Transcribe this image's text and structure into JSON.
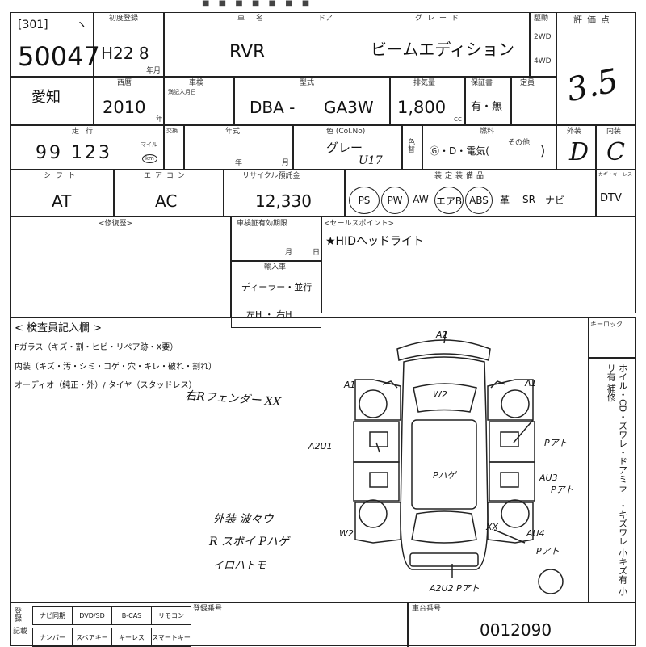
{
  "header": {
    "lot_bracket": "[301]",
    "lot_tick": "ヽ",
    "lot_number": "50047",
    "first_reg_label": "初度登録",
    "first_reg": "H22 8",
    "year_month_label": "年月",
    "car_name_label": "車名",
    "car_name": "RVR",
    "doors_label": "ドア",
    "grade_label": "グレード",
    "grade": "ビームエディション",
    "drive_label": "駆動",
    "drive_2wd": "2WD",
    "drive_4wd": "4WD",
    "score_label": "評価点",
    "score_hw": "3.5"
  },
  "row2": {
    "pref": "愛知",
    "year_label": "西暦",
    "year": "2010",
    "year_unit": "年",
    "inspection_label": "車検",
    "inspection_sub": "満記入月日",
    "model_label": "型式",
    "model_prefix": "DBA -",
    "model": "GA3W",
    "displacement_label": "排気量",
    "displacement": "1,800",
    "cc": "cc",
    "warranty_label": "保証書",
    "warranty": "有・無",
    "capacity_label": "定員"
  },
  "row3": {
    "mileage_label": "走行",
    "mileage": "99 123",
    "mile_km": "マイル",
    "km": "km",
    "meter_label": "交換",
    "reuse_label": "年式",
    "year_field": "年",
    "month_field": "月",
    "color_label": "色 (Col.No)",
    "color": "グレー",
    "color_code_hw": "U17",
    "color_change_label": "色替",
    "fuel_label": "燃料",
    "fuel_opts": "Ⓖ・D・電気(",
    "fuel_other": "その他",
    "fuel_close": ")",
    "exterior_label": "外装",
    "exterior": "D",
    "interior_label": "内装",
    "interior": "C"
  },
  "row4": {
    "shift_label": "シフト",
    "shift": "AT",
    "ac_label": "エアコン",
    "ac": "AC",
    "recycle_label": "リサイクル預託金",
    "recycle": "12,330",
    "equip_label": "装定装備品",
    "equip": [
      "PS",
      "PW",
      "AW",
      "エアB",
      "ABS",
      "革",
      "SR",
      "ナビ",
      "DTV"
    ],
    "equip_circled": [
      true,
      true,
      false,
      true,
      true,
      false,
      false,
      false,
      false
    ],
    "keyless_label": "カギ・キーレス"
  },
  "row5": {
    "history_label": "<修復歴>",
    "inspect_until_label": "車検証有効期限",
    "month": "月",
    "day": "日",
    "import_label": "輸入車",
    "dealer": "ディーラー・並行",
    "handle": "左H ・ 右H",
    "sales_label": "<セールスポイント>",
    "sales_point": "★HIDヘッドライト"
  },
  "inspector": {
    "title": "< 検査員記入欄 >",
    "line1": "Fガラス（キズ・割・ヒビ・リペア跡・X要）",
    "line2": "内装（キズ・汚・シミ・コゲ・穴・キレ・破れ・割れ）",
    "line3": "オーディオ（純正・外）/ タイヤ（スタッドレス）",
    "note_hw": "右Rフェンダー XX",
    "notes_hw": [
      "外装 波々ウ",
      "R スポイ Pハゲ",
      "イロハトモ"
    ],
    "keylock_label": "キーロック",
    "side_note": "ホイル・CD・ズワレ・ドアミラー・キズワレ 小キズ有 小リ有 補修"
  },
  "diagram_marks": {
    "a2_top": "A2",
    "w2_roof": "W2",
    "a1_left": "A1",
    "a1_right": "A1",
    "a2u1_left": "A2U1",
    "pa_right": "Pアト",
    "roof_pa": "Pハゲ",
    "au3": "AU3",
    "pa_right2": "Pアト",
    "w2_left": "W2",
    "xx": "XX",
    "au4": "AU4",
    "pa_right3": "Pアト",
    "bottom": "A2U2 Pアト"
  },
  "footer": {
    "label1": "登録",
    "label2": "記載",
    "items_row1": [
      "ナビ同期",
      "DVD/SD",
      "B-CAS",
      "リモコン"
    ],
    "items_row2": [
      "ナンバー",
      "スペアキー",
      "キーレス",
      "スマートキー"
    ],
    "kinds_label": "登録番号",
    "chassis_label": "車台番号",
    "chassis": "0012090"
  }
}
